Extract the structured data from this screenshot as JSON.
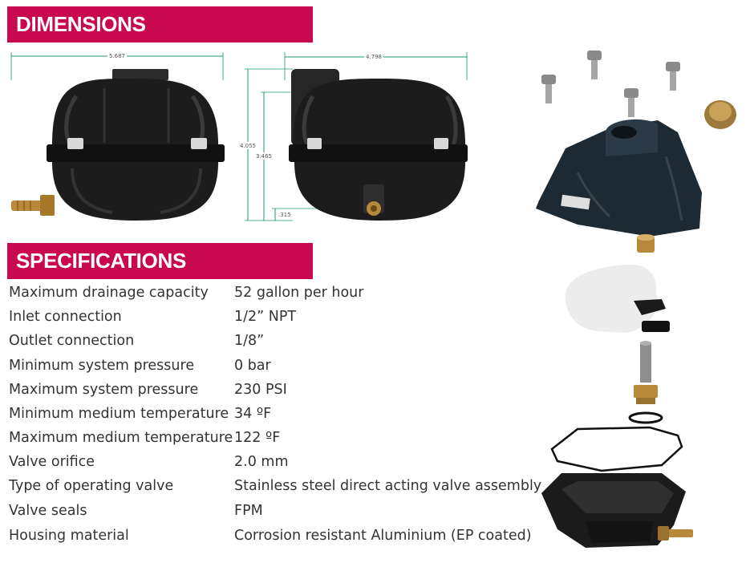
{
  "dimensions": {
    "title": "DIMENSIONS",
    "front_width": "5.687",
    "side_width": "4.798",
    "overall_height": "4.055",
    "body_height": "3.465",
    "bottom_offset": ".315"
  },
  "specifications": {
    "title": "SPECIFICATIONS",
    "rows": [
      {
        "label": "Maximum drainage capacity",
        "value": "52 gallon per hour"
      },
      {
        "label": "Inlet connection",
        "value": "1/2” NPT"
      },
      {
        "label": "Outlet connection",
        "value": "1/8”"
      },
      {
        "label": "Minimum system pressure",
        "value": "0 bar"
      },
      {
        "label": "Maximum system pressure",
        "value": "230 PSI"
      },
      {
        "label": "Minimum medium temperature",
        "value": "34 ºF"
      },
      {
        "label": "Maximum medium temperature",
        "value": "122 ºF"
      },
      {
        "label": "Valve orifice",
        "value": "2.0 mm"
      },
      {
        "label": "Type of operating valve",
        "value": "Stainless steel direct acting valve assembly"
      },
      {
        "label": "Valve seals",
        "value": "FPM"
      },
      {
        "label": "Housing material",
        "value": "Corrosion resistant Aluminium (EP coated)"
      }
    ]
  },
  "colors": {
    "banner": "#c8094f",
    "housing": "#1c1c1c",
    "brass": "#b8893a"
  }
}
